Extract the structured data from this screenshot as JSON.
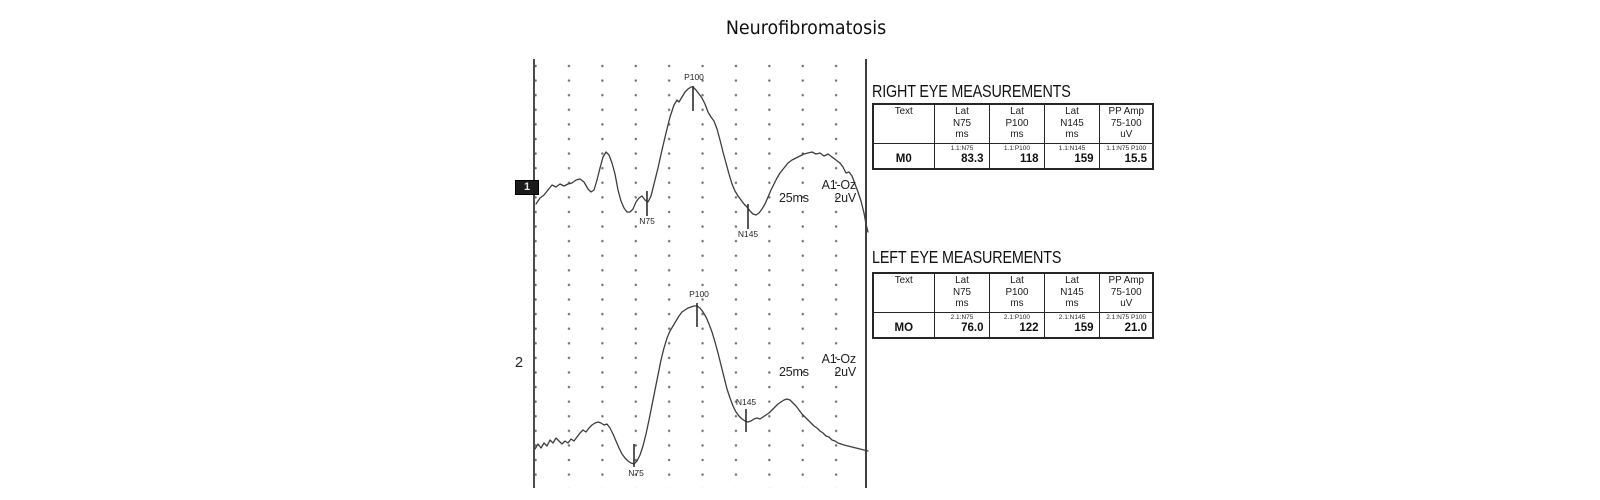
{
  "title": "Neurofibromatosis",
  "chart_data": {
    "type": "line",
    "title": "Neurofibromatosis",
    "x_units": "ms",
    "y_units": "uV",
    "time_per_division": "25ms",
    "amplitude_per_division": "2uV",
    "montage": "A1-Oz",
    "grid": "dotted vertical divisions",
    "series": [
      {
        "name": "Right eye VEP (channel 1)",
        "channel": "1",
        "N75_ms": 83.3,
        "P100_ms": 118,
        "N145_ms": 159,
        "PP_amp_75_100_uV": 15.5
      },
      {
        "name": "Left eye VEP (channel 2)",
        "channel": "2",
        "N75_ms": 76.0,
        "P100_ms": 122,
        "N145_ms": 159,
        "PP_amp_75_100_uV": 21.0
      }
    ]
  },
  "chart": {
    "channel1_label": "1",
    "channel2_label": "2",
    "trace1": {
      "montage": "A1-Oz",
      "timebase": "25ms",
      "sensitivity": "2uV"
    },
    "trace2": {
      "montage": "A1-Oz",
      "timebase": "25ms",
      "sensitivity": "2uV"
    },
    "trace1_points": [
      [
        536,
        204
      ],
      [
        540,
        198
      ],
      [
        544,
        195
      ],
      [
        548,
        190
      ],
      [
        552,
        185
      ],
      [
        556,
        187
      ],
      [
        560,
        184
      ],
      [
        564,
        186
      ],
      [
        568,
        184
      ],
      [
        572,
        183
      ],
      [
        576,
        180
      ],
      [
        580,
        179
      ],
      [
        584,
        182
      ],
      [
        588,
        189
      ],
      [
        591,
        192
      ],
      [
        594,
        190
      ],
      [
        597,
        180
      ],
      [
        600,
        168
      ],
      [
        603,
        157
      ],
      [
        606,
        152
      ],
      [
        609,
        155
      ],
      [
        612,
        163
      ],
      [
        615,
        174
      ],
      [
        618,
        190
      ],
      [
        621,
        201
      ],
      [
        624,
        208
      ],
      [
        627,
        212
      ],
      [
        630,
        212
      ],
      [
        633,
        209
      ],
      [
        636,
        202
      ],
      [
        639,
        198
      ],
      [
        642,
        196
      ],
      [
        645,
        200
      ],
      [
        648,
        202
      ],
      [
        651,
        196
      ],
      [
        654,
        184
      ],
      [
        658,
        168
      ],
      [
        662,
        150
      ],
      [
        666,
        133
      ],
      [
        670,
        117
      ],
      [
        674,
        105
      ],
      [
        677,
        100
      ],
      [
        679,
        102
      ],
      [
        682,
        97
      ],
      [
        685,
        92
      ],
      [
        688,
        89
      ],
      [
        691,
        87
      ],
      [
        693,
        87
      ],
      [
        696,
        90
      ],
      [
        699,
        94
      ],
      [
        702,
        98
      ],
      [
        705,
        104
      ],
      [
        708,
        112
      ],
      [
        711,
        117
      ],
      [
        714,
        121
      ],
      [
        717,
        129
      ],
      [
        720,
        140
      ],
      [
        723,
        152
      ],
      [
        726,
        163
      ],
      [
        729,
        174
      ],
      [
        732,
        184
      ],
      [
        735,
        191
      ],
      [
        738,
        196
      ],
      [
        741,
        200
      ],
      [
        744,
        204
      ],
      [
        747,
        207
      ],
      [
        750,
        211
      ],
      [
        753,
        214
      ],
      [
        756,
        215
      ],
      [
        759,
        213
      ],
      [
        762,
        209
      ],
      [
        765,
        204
      ],
      [
        768,
        197
      ],
      [
        771,
        190
      ],
      [
        774,
        184
      ],
      [
        777,
        178
      ],
      [
        780,
        173
      ],
      [
        784,
        168
      ],
      [
        788,
        163
      ],
      [
        792,
        160
      ],
      [
        796,
        158
      ],
      [
        800,
        156
      ],
      [
        804,
        154
      ],
      [
        808,
        153
      ],
      [
        812,
        152
      ],
      [
        816,
        154
      ],
      [
        820,
        153
      ],
      [
        824,
        156
      ],
      [
        828,
        154
      ],
      [
        832,
        157
      ],
      [
        836,
        160
      ],
      [
        840,
        163
      ],
      [
        843,
        167
      ],
      [
        846,
        173
      ],
      [
        849,
        172
      ],
      [
        852,
        176
      ],
      [
        855,
        184
      ],
      [
        858,
        192
      ],
      [
        861,
        201
      ],
      [
        864,
        213
      ],
      [
        866,
        224
      ],
      [
        868,
        232
      ]
    ],
    "trace2_points": [
      [
        535,
        449
      ],
      [
        538,
        444
      ],
      [
        541,
        448
      ],
      [
        544,
        443
      ],
      [
        547,
        446
      ],
      [
        550,
        440
      ],
      [
        553,
        443
      ],
      [
        556,
        438
      ],
      [
        559,
        441
      ],
      [
        562,
        444
      ],
      [
        565,
        441
      ],
      [
        568,
        443
      ],
      [
        571,
        439
      ],
      [
        574,
        441
      ],
      [
        577,
        437
      ],
      [
        580,
        433
      ],
      [
        583,
        430
      ],
      [
        586,
        432
      ],
      [
        589,
        428
      ],
      [
        592,
        425
      ],
      [
        595,
        423
      ],
      [
        598,
        422
      ],
      [
        601,
        423
      ],
      [
        604,
        425
      ],
      [
        607,
        424
      ],
      [
        610,
        428
      ],
      [
        613,
        434
      ],
      [
        616,
        441
      ],
      [
        619,
        448
      ],
      [
        622,
        454
      ],
      [
        625,
        458
      ],
      [
        628,
        461
      ],
      [
        631,
        463
      ],
      [
        634,
        464
      ],
      [
        637,
        461
      ],
      [
        640,
        455
      ],
      [
        643,
        446
      ],
      [
        646,
        434
      ],
      [
        649,
        420
      ],
      [
        652,
        405
      ],
      [
        655,
        390
      ],
      [
        658,
        375
      ],
      [
        661,
        360
      ],
      [
        664,
        348
      ],
      [
        667,
        338
      ],
      [
        670,
        331
      ],
      [
        673,
        326
      ],
      [
        676,
        321
      ],
      [
        679,
        316
      ],
      [
        682,
        312
      ],
      [
        685,
        310
      ],
      [
        688,
        308
      ],
      [
        691,
        307
      ],
      [
        694,
        306
      ],
      [
        697,
        306
      ],
      [
        700,
        308
      ],
      [
        703,
        312
      ],
      [
        706,
        317
      ],
      [
        709,
        324
      ],
      [
        712,
        332
      ],
      [
        715,
        342
      ],
      [
        718,
        353
      ],
      [
        721,
        365
      ],
      [
        724,
        377
      ],
      [
        727,
        389
      ],
      [
        730,
        398
      ],
      [
        733,
        406
      ],
      [
        736,
        412
      ],
      [
        739,
        416
      ],
      [
        742,
        419
      ],
      [
        745,
        421
      ],
      [
        748,
        422
      ],
      [
        751,
        421
      ],
      [
        754,
        419
      ],
      [
        757,
        418
      ],
      [
        760,
        419
      ],
      [
        763,
        417
      ],
      [
        766,
        415
      ],
      [
        769,
        413
      ],
      [
        772,
        410
      ],
      [
        775,
        407
      ],
      [
        778,
        404
      ],
      [
        781,
        402
      ],
      [
        784,
        400
      ],
      [
        787,
        399
      ],
      [
        790,
        400
      ],
      [
        793,
        403
      ],
      [
        796,
        406
      ],
      [
        799,
        410
      ],
      [
        802,
        414
      ],
      [
        805,
        417
      ],
      [
        808,
        420
      ],
      [
        811,
        423
      ],
      [
        814,
        426
      ],
      [
        817,
        428
      ],
      [
        820,
        431
      ],
      [
        823,
        433
      ],
      [
        826,
        436
      ],
      [
        829,
        437
      ],
      [
        832,
        440
      ],
      [
        835,
        441
      ],
      [
        838,
        443
      ],
      [
        841,
        444
      ],
      [
        844,
        445
      ],
      [
        848,
        446
      ],
      [
        852,
        447
      ],
      [
        856,
        448
      ],
      [
        860,
        449
      ],
      [
        864,
        450
      ],
      [
        868,
        451
      ]
    ],
    "trace1_markers": [
      {
        "label": "N75",
        "x": 647,
        "y1": 191,
        "y2": 216,
        "lx": 647,
        "ly": 224
      },
      {
        "label": "P100",
        "x": 693,
        "y1": 86,
        "y2": 111,
        "lx": 694,
        "ly": 80
      },
      {
        "label": "N145",
        "x": 748,
        "y1": 204,
        "y2": 229,
        "lx": 748,
        "ly": 237
      }
    ],
    "trace2_markers": [
      {
        "label": "N75",
        "x": 634,
        "y1": 444,
        "y2": 467,
        "lx": 636,
        "ly": 476
      },
      {
        "label": "P100",
        "x": 697,
        "y1": 303,
        "y2": 327,
        "lx": 699,
        "ly": 297
      },
      {
        "label": "N145",
        "x": 746,
        "y1": 409,
        "y2": 432,
        "lx": 746,
        "ly": 405
      }
    ]
  },
  "tables": {
    "right": {
      "title": "RIGHT EYE MEASUREMENTS",
      "columns": [
        {
          "lines": [
            "Text",
            "",
            ""
          ]
        },
        {
          "lines": [
            "Lat",
            "N75",
            "ms"
          ]
        },
        {
          "lines": [
            "Lat",
            "P100",
            "ms"
          ]
        },
        {
          "lines": [
            "Lat",
            "N145",
            "ms"
          ]
        },
        {
          "lines": [
            "PP Amp",
            "75-100",
            "uV"
          ]
        }
      ],
      "row": {
        "text": "M0",
        "cells": [
          {
            "sub": "1.1:N75",
            "value": "83.3"
          },
          {
            "sub": "1.1:P100",
            "value": "118"
          },
          {
            "sub": "1.1:N145",
            "value": "159"
          },
          {
            "sub": "1.1:N75 P100",
            "value": "15.5"
          }
        ]
      }
    },
    "left": {
      "title": "LEFT EYE MEASUREMENTS",
      "columns": [
        {
          "lines": [
            "Text",
            "",
            ""
          ]
        },
        {
          "lines": [
            "Lat",
            "N75",
            "ms"
          ]
        },
        {
          "lines": [
            "Lat",
            "P100",
            "ms"
          ]
        },
        {
          "lines": [
            "Lat",
            "N145",
            "ms"
          ]
        },
        {
          "lines": [
            "PP Amp",
            "75-100",
            "uV"
          ]
        }
      ],
      "row": {
        "text": "MO",
        "cells": [
          {
            "sub": "2.1:N75",
            "value": "76.0"
          },
          {
            "sub": "2.1:P100",
            "value": "122"
          },
          {
            "sub": "2.1:N145",
            "value": "159"
          },
          {
            "sub": "2.1:N75 P100",
            "value": "21.0"
          }
        ]
      }
    }
  }
}
